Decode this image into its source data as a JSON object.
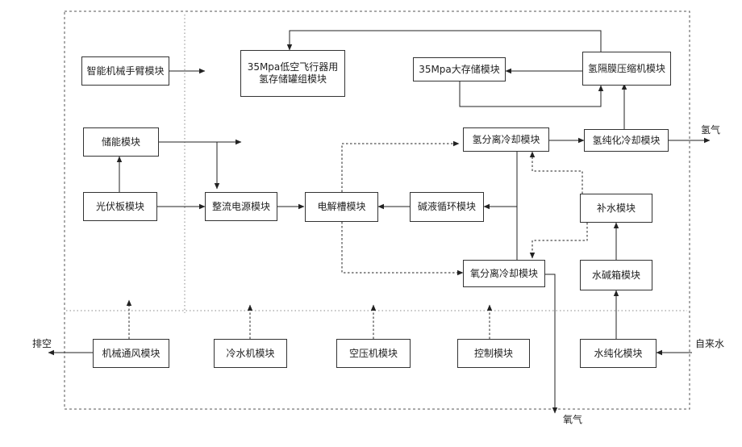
{
  "modules": {
    "robot_arm": "智能机械手臂模块",
    "storage_35_line1": "35Mpa低空飞行器用",
    "storage_35_line2": "氢存储罐组模块",
    "large_storage_35": "35Mpa大存储模块",
    "diaphragm_compressor": "氢隔膜压缩机模块",
    "energy_storage": "储能模块",
    "h2_separation_cooling": "氢分离冷却模块",
    "h2_purification_cooling": "氢纯化冷却模块",
    "pv_panel": "光伏板模块",
    "rectifier_power": "整流电源模块",
    "electrolyzer": "电解槽模块",
    "lye_circulation": "碱液循环模块",
    "water_replenish": "补水模块",
    "o2_separation_cooling": "氧分离冷却模块",
    "water_lye_tank": "水碱箱模块",
    "mech_ventilation": "机械通风模块",
    "chiller": "冷水机模块",
    "air_compressor": "空压机模块",
    "control": "控制模块",
    "water_purification": "水纯化模块"
  },
  "labels": {
    "exhaust": "排空",
    "hydrogen": "氢气",
    "tap_water": "自来水",
    "oxygen": "氧气"
  }
}
